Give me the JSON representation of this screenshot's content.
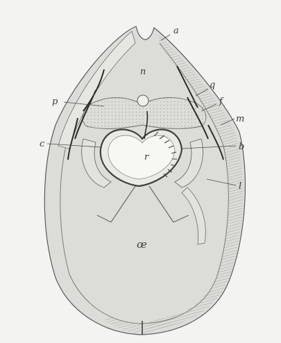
{
  "figure": {
    "background": "#f3f3f1",
    "ink": "#3a3a38",
    "tissue": "#d9d9d5",
    "labels": {
      "a": "a",
      "n": "n",
      "q": "q",
      "p": "p",
      "f": "f",
      "m": "m",
      "c": "c",
      "b": "b",
      "r": "r",
      "l": "l",
      "oe": "œ"
    }
  }
}
